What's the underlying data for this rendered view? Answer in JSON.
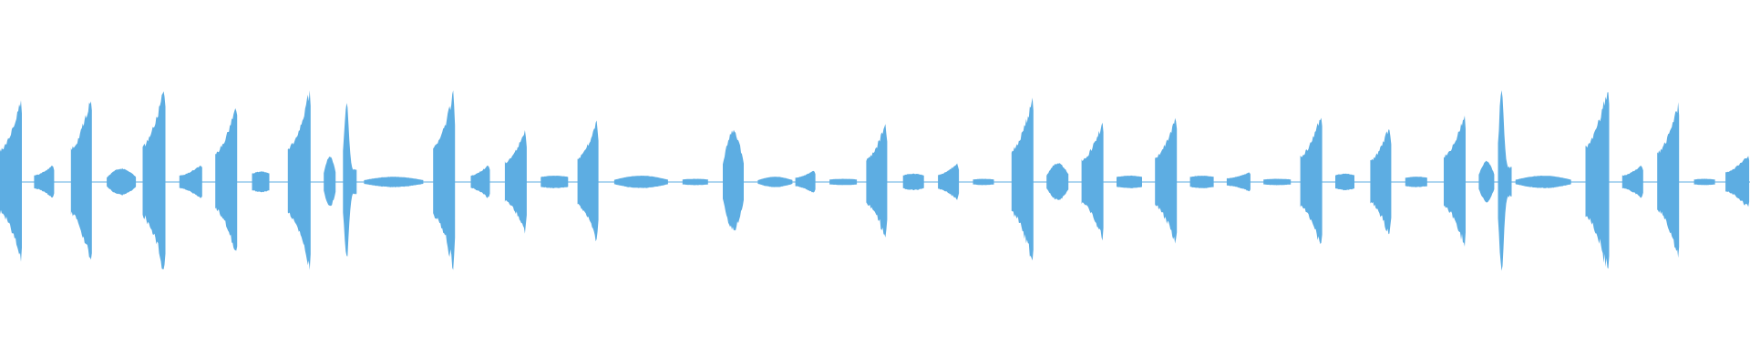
{
  "waveform": {
    "color": "#5dade2",
    "background": "#ffffff",
    "normalized_peak": 1.0,
    "segments": [
      {
        "start": 0.0,
        "end": 0.013,
        "amp": 0.88,
        "shape": "rise",
        "variation": 0.1
      },
      {
        "start": 0.0195,
        "end": 0.031,
        "amp": 0.18,
        "shape": "rise",
        "variation": 0.1
      },
      {
        "start": 0.0405,
        "end": 0.053,
        "amp": 0.92,
        "shape": "rise",
        "variation": 0.12
      },
      {
        "start": 0.061,
        "end": 0.078,
        "amp": 0.13,
        "shape": "hump",
        "variation": 0.1
      },
      {
        "start": 0.0815,
        "end": 0.095,
        "amp": 1.0,
        "shape": "rise",
        "variation": 0.12
      },
      {
        "start": 0.1025,
        "end": 0.116,
        "amp": 0.18,
        "shape": "rise",
        "variation": 0.1
      },
      {
        "start": 0.123,
        "end": 0.136,
        "amp": 0.82,
        "shape": "rise",
        "variation": 0.12
      },
      {
        "start": 0.144,
        "end": 0.154,
        "amp": 0.1,
        "shape": "flat",
        "variation": 0.08
      },
      {
        "start": 0.1645,
        "end": 0.178,
        "amp": 0.96,
        "shape": "rise",
        "variation": 0.12
      },
      {
        "start": 0.185,
        "end": 0.192,
        "amp": 0.24,
        "shape": "hump",
        "variation": 0.1
      },
      {
        "start": 0.196,
        "end": 0.204,
        "amp": 0.8,
        "shape": "decay",
        "variation": 0.12
      },
      {
        "start": 0.208,
        "end": 0.242,
        "amp": 0.05,
        "shape": "hump",
        "variation": 0.05
      },
      {
        "start": 0.2475,
        "end": 0.26,
        "amp": 0.95,
        "shape": "rise",
        "variation": 0.12
      },
      {
        "start": 0.269,
        "end": 0.28,
        "amp": 0.18,
        "shape": "rise",
        "variation": 0.1
      },
      {
        "start": 0.2885,
        "end": 0.301,
        "amp": 0.55,
        "shape": "rise",
        "variation": 0.12
      },
      {
        "start": 0.309,
        "end": 0.325,
        "amp": 0.06,
        "shape": "flat",
        "variation": 0.05
      },
      {
        "start": 0.33,
        "end": 0.342,
        "amp": 0.65,
        "shape": "rise",
        "variation": 0.12
      },
      {
        "start": 0.351,
        "end": 0.382,
        "amp": 0.06,
        "shape": "hump",
        "variation": 0.05
      },
      {
        "start": 0.39,
        "end": 0.405,
        "amp": 0.03,
        "shape": "flat",
        "variation": 0.05
      },
      {
        "start": 0.413,
        "end": 0.425,
        "amp": 0.5,
        "shape": "hump",
        "variation": 0.12
      },
      {
        "start": 0.433,
        "end": 0.453,
        "amp": 0.05,
        "shape": "hump",
        "variation": 0.05
      },
      {
        "start": 0.4545,
        "end": 0.466,
        "amp": 0.12,
        "shape": "rise",
        "variation": 0.08
      },
      {
        "start": 0.474,
        "end": 0.49,
        "amp": 0.03,
        "shape": "flat",
        "variation": 0.05
      },
      {
        "start": 0.495,
        "end": 0.507,
        "amp": 0.62,
        "shape": "rise",
        "variation": 0.12
      },
      {
        "start": 0.516,
        "end": 0.528,
        "amp": 0.08,
        "shape": "flat",
        "variation": 0.08
      },
      {
        "start": 0.536,
        "end": 0.548,
        "amp": 0.2,
        "shape": "rise",
        "variation": 0.1
      },
      {
        "start": 0.556,
        "end": 0.568,
        "amp": 0.03,
        "shape": "flat",
        "variation": 0.05
      },
      {
        "start": 0.578,
        "end": 0.591,
        "amp": 0.88,
        "shape": "rise",
        "variation": 0.12
      },
      {
        "start": 0.598,
        "end": 0.611,
        "amp": 0.18,
        "shape": "hump",
        "variation": 0.1
      },
      {
        "start": 0.618,
        "end": 0.631,
        "amp": 0.62,
        "shape": "rise",
        "variation": 0.12
      },
      {
        "start": 0.638,
        "end": 0.653,
        "amp": 0.06,
        "shape": "flat",
        "variation": 0.05
      },
      {
        "start": 0.66,
        "end": 0.673,
        "amp": 0.7,
        "shape": "rise",
        "variation": 0.12
      },
      {
        "start": 0.68,
        "end": 0.694,
        "amp": 0.06,
        "shape": "flat",
        "variation": 0.05
      },
      {
        "start": 0.701,
        "end": 0.715,
        "amp": 0.1,
        "shape": "rise",
        "variation": 0.08
      },
      {
        "start": 0.722,
        "end": 0.738,
        "amp": 0.03,
        "shape": "flat",
        "variation": 0.05
      },
      {
        "start": 0.743,
        "end": 0.756,
        "amp": 0.72,
        "shape": "rise",
        "variation": 0.12
      },
      {
        "start": 0.763,
        "end": 0.774,
        "amp": 0.08,
        "shape": "flat",
        "variation": 0.08
      },
      {
        "start": 0.783,
        "end": 0.795,
        "amp": 0.6,
        "shape": "rise",
        "variation": 0.12
      },
      {
        "start": 0.803,
        "end": 0.816,
        "amp": 0.05,
        "shape": "flat",
        "variation": 0.05
      },
      {
        "start": 0.825,
        "end": 0.838,
        "amp": 0.72,
        "shape": "rise",
        "variation": 0.12
      },
      {
        "start": 0.845,
        "end": 0.854,
        "amp": 0.2,
        "shape": "hump",
        "variation": 0.1
      },
      {
        "start": 0.856,
        "end": 0.864,
        "amp": 0.95,
        "shape": "decay",
        "variation": 0.12
      },
      {
        "start": 0.866,
        "end": 0.898,
        "amp": 0.06,
        "shape": "hump",
        "variation": 0.05
      },
      {
        "start": 0.906,
        "end": 0.92,
        "amp": 1.0,
        "shape": "rise",
        "variation": 0.12
      },
      {
        "start": 0.927,
        "end": 0.939,
        "amp": 0.18,
        "shape": "rise",
        "variation": 0.1
      },
      {
        "start": 0.947,
        "end": 0.96,
        "amp": 0.82,
        "shape": "rise",
        "variation": 0.12
      },
      {
        "start": 0.968,
        "end": 0.98,
        "amp": 0.03,
        "shape": "flat",
        "variation": 0.05
      },
      {
        "start": 0.986,
        "end": 1.0,
        "amp": 0.28,
        "shape": "rise",
        "variation": 0.1
      }
    ]
  }
}
